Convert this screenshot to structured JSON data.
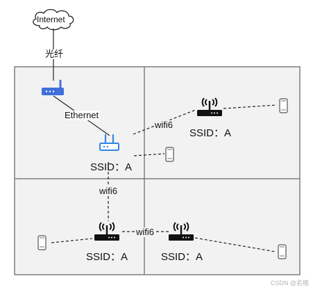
{
  "cloud": {
    "label": "Internet"
  },
  "links": {
    "fiber": "光纤",
    "ethernet": "Ethernet",
    "wifi_top": "wifi6",
    "wifi_mid": "wifi6",
    "wifi_bottom": "wifi6"
  },
  "routers": {
    "main_ssid": "SSID：A",
    "top_right_ssid": "SSID：A",
    "bottom_left_ssid": "SSID：A",
    "bottom_center_ssid": "SSID：A"
  },
  "watermark": "CSDN @名植",
  "colors": {
    "modem": "#3f6fd9",
    "main_router": "#2f86e6",
    "mesh_router": "#000000",
    "room_fill": "#f2f2f2",
    "room_border": "#7f7f7f"
  }
}
